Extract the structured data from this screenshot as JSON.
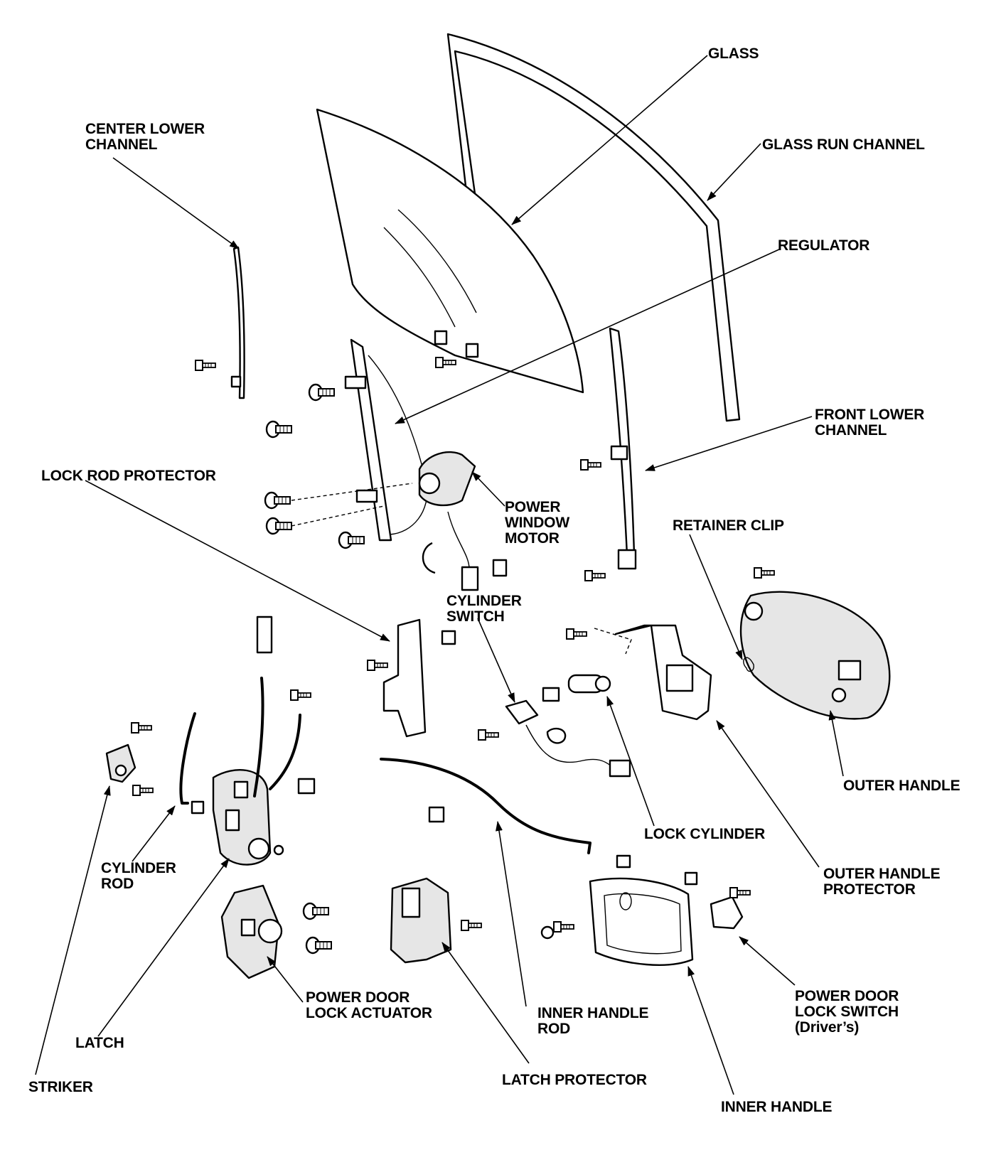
{
  "labels": {
    "glass": "GLASS",
    "center_lower_channel_1": "CENTER LOWER",
    "center_lower_channel_2": "CHANNEL",
    "glass_run_channel": "GLASS RUN CHANNEL",
    "regulator": "REGULATOR",
    "front_lower_channel_1": "FRONT LOWER",
    "front_lower_channel_2": "CHANNEL",
    "lock_rod_protector": "LOCK ROD PROTECTOR",
    "power_window_motor_1": "POWER",
    "power_window_motor_2": "WINDOW",
    "power_window_motor_3": "MOTOR",
    "retainer_clip": "RETAINER CLIP",
    "cylinder_switch_1": "CYLINDER",
    "cylinder_switch_2": "SWITCH",
    "outer_handle": "OUTER HANDLE",
    "lock_cylinder": "LOCK CYLINDER",
    "outer_handle_protector_1": "OUTER HANDLE",
    "outer_handle_protector_2": "PROTECTOR",
    "cylinder_rod_1": "CYLINDER",
    "cylinder_rod_2": "ROD",
    "power_door_lock_actuator_1": "POWER DOOR",
    "power_door_lock_actuator_2": "LOCK ACTUATOR",
    "inner_handle_rod_1": "INNER HANDLE",
    "inner_handle_rod_2": "ROD",
    "power_door_lock_switch_1": "POWER DOOR",
    "power_door_lock_switch_2": "LOCK SWITCH",
    "power_door_lock_switch_3": "(Driver’s)",
    "latch": "LATCH",
    "striker": "STRIKER",
    "latch_protector": "LATCH PROTECTOR",
    "inner_handle": "INNER HANDLE"
  }
}
